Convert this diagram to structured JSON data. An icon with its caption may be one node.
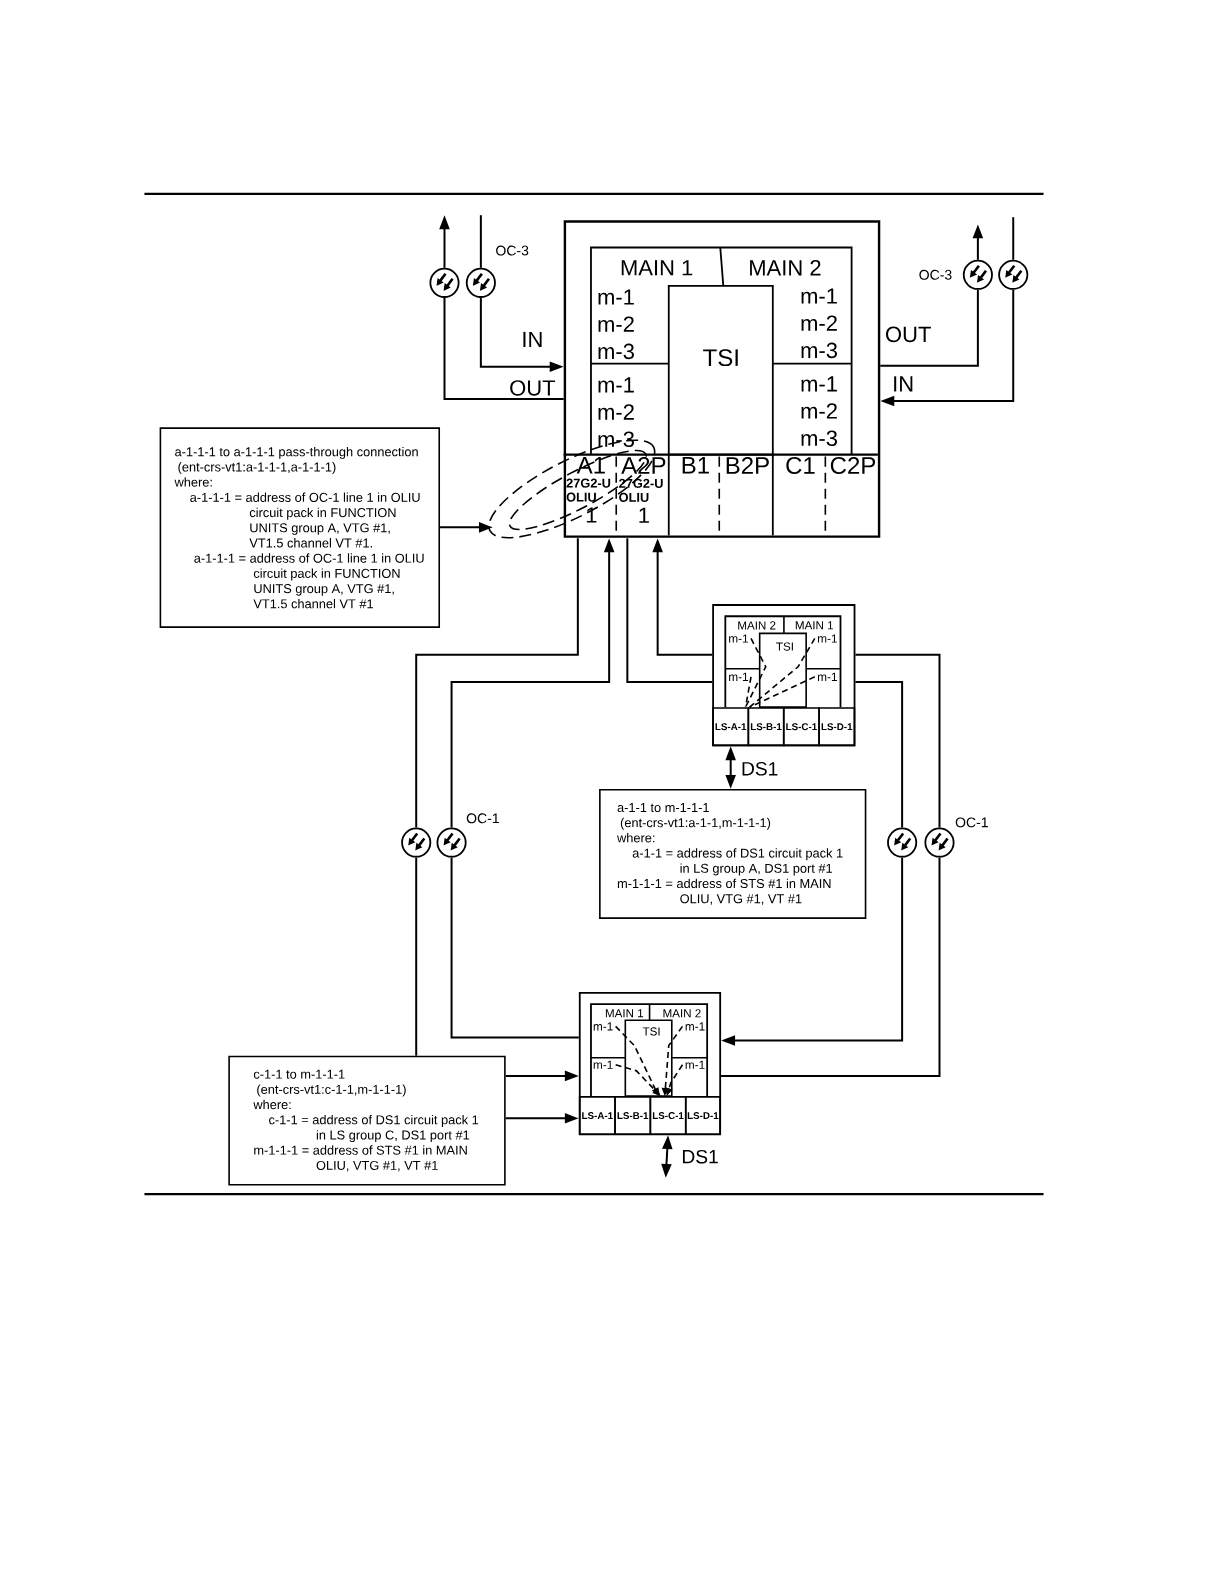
{
  "diagram": {
    "nodes": [
      {
        "text": [],
        "shape": "box"
      },
      {
        "text": [
          "MAIN 1"
        ],
        "in": 0
      },
      {
        "text": [
          "MAIN 2"
        ],
        "in": 0
      },
      {
        "text": [
          "m-1",
          "m-2",
          "m-3"
        ],
        "in": 0
      },
      {
        "text": [
          "m-1",
          "m-2",
          "m-3"
        ],
        "in": 0
      },
      {
        "text": [
          "TSI"
        ],
        "in": 0
      },
      {
        "text": [
          "m-1",
          "m-2",
          "m-3"
        ],
        "in": 0
      },
      {
        "text": [
          "m-1",
          "m-2",
          "m-3"
        ],
        "in": 0
      },
      {
        "text": [
          "A1",
          "27G2-U OLIU",
          "1"
        ],
        "in": 0
      },
      {
        "text": [
          "A2P",
          "27G2-U OLIU",
          "1"
        ],
        "in": 0
      },
      {
        "text": [
          "B1"
        ],
        "in": 0
      },
      {
        "text": [
          "B2P"
        ],
        "in": 0
      },
      {
        "text": [
          "C1"
        ],
        "in": 0
      },
      {
        "text": [
          "C2P"
        ],
        "in": 0
      },
      {
        "text": [],
        "shape": "circle"
      },
      {
        "text": [],
        "shape": "circle"
      },
      {
        "text": [],
        "shape": "circle"
      },
      {
        "text": [],
        "shape": "circle"
      },
      {
        "text": [
          "a-1-1-1 to a-1-1-1 pass-through connection",
          "(ent-crs-vt1:a-1-1-1,a-1-1-1)",
          "where:",
          "a-1-1-1 = address of OC-1 line 1 in OLIU circuit pack in FUNCTION UNITS group A, VTG #1, VT1.5 channel VT #1.",
          "a-1-1-1 = address of OC-1 line 1 in OLIU circuit pack in FUNCTION UNITS group A, VTG #1, VT1.5 channel VT #1"
        ]
      },
      {
        "text": [],
        "shape": "box"
      },
      {
        "text": [
          "MAIN 2"
        ],
        "in": 19
      },
      {
        "text": [
          "MAIN 1"
        ],
        "in": 19
      },
      {
        "text": [
          "m-1"
        ],
        "in": 19
      },
      {
        "text": [
          "m-1"
        ],
        "in": 19
      },
      {
        "text": [
          "TSI"
        ],
        "in": 19
      },
      {
        "text": [
          "m-1"
        ],
        "in": 19
      },
      {
        "text": [
          "m-1"
        ],
        "in": 19
      },
      {
        "text": [
          "LS-A-1"
        ],
        "in": 19
      },
      {
        "text": [
          "LS-B-1"
        ],
        "in": 19
      },
      {
        "text": [
          "LS-C-1"
        ],
        "in": 19
      },
      {
        "text": [
          "LS-D-1"
        ],
        "in": 19
      },
      {
        "text": [
          "a-1-1 to m-1-1-1",
          "(ent-crs-vt1:a-1-1,m-1-1-1)",
          "where:",
          "a-1-1 = address of DS1 circuit pack 1 in LS group A, DS1 port #1",
          "m-1-1-1 = address of STS #1 in MAIN OLIU, VTG #1, VT #1"
        ]
      },
      {
        "text": [],
        "shape": "circle"
      },
      {
        "text": [],
        "shape": "circle"
      },
      {
        "text": [],
        "shape": "circle"
      },
      {
        "text": [],
        "shape": "circle"
      },
      {
        "text": [],
        "shape": "box"
      },
      {
        "text": [
          "MAIN 1"
        ],
        "in": 36
      },
      {
        "text": [
          "MAIN 2"
        ],
        "in": 36
      },
      {
        "text": [
          "m-1"
        ],
        "in": 36
      },
      {
        "text": [
          "m-1"
        ],
        "in": 36
      },
      {
        "text": [
          "TSI"
        ],
        "in": 36
      },
      {
        "text": [
          "m-1"
        ],
        "in": 36
      },
      {
        "text": [
          "m-1"
        ],
        "in": 36
      },
      {
        "text": [
          "LS-A-1"
        ],
        "in": 36
      },
      {
        "text": [
          "LS-B-1"
        ],
        "in": 36
      },
      {
        "text": [
          "LS-C-1"
        ],
        "in": 36
      },
      {
        "text": [
          "LS-D-1"
        ],
        "in": 36
      },
      {
        "text": [
          "c-1-1 to m-1-1-1",
          "(ent-crs-vt1:c-1-1,m-1-1-1)",
          "where:",
          "c-1-1 = address of DS1 circuit pack 1 in LS group C, DS1 port #1",
          "m-1-1-1 = address of STS #1 in MAIN OLIU, VTG #1, VT #1"
        ]
      }
    ],
    "edges": [
      {
        "from": 0,
        "to": 14,
        "arrow": "none",
        "label": "OUT"
      },
      {
        "from": 14,
        "to": null,
        "arrow": "to"
      },
      {
        "from": null,
        "to": 15,
        "arrow": "none"
      },
      {
        "from": 15,
        "to": 0,
        "arrow": "to",
        "label": "IN"
      },
      {
        "from": 0,
        "to": 16,
        "arrow": "none",
        "label": "OUT"
      },
      {
        "from": 16,
        "to": null,
        "arrow": "to"
      },
      {
        "from": null,
        "to": 17,
        "arrow": "none"
      },
      {
        "from": 17,
        "to": 0,
        "arrow": "to",
        "label": "IN"
      },
      {
        "from": 18,
        "to": null,
        "arrow": "to"
      },
      {
        "from": 8,
        "to": 32,
        "arrow": "none"
      },
      {
        "from": 33,
        "to": 8,
        "arrow": "to"
      },
      {
        "from": 9,
        "to": 19,
        "arrow": "none"
      },
      {
        "from": 19,
        "to": 9,
        "arrow": "to"
      },
      {
        "from": 19,
        "to": 35,
        "arrow": "none"
      },
      {
        "from": 35,
        "to": 36,
        "arrow": "none"
      },
      {
        "from": 19,
        "to": 34,
        "arrow": "none"
      },
      {
        "from": 34,
        "to": 36,
        "arrow": "to"
      },
      {
        "from": 32,
        "to": 48,
        "arrow": "none"
      },
      {
        "from": 48,
        "to": 36,
        "arrow": "to"
      },
      {
        "from": 48,
        "to": 44,
        "arrow": "to"
      },
      {
        "from": 33,
        "to": 36,
        "arrow": "none"
      },
      {
        "from": 27,
        "to": 31,
        "arrow": "both",
        "label": "DS1"
      },
      {
        "from": 46,
        "to": null,
        "arrow": "both",
        "label": "DS1"
      },
      {
        "from": 22,
        "to": 27,
        "arrow": "none",
        "style": "dashed"
      },
      {
        "from": 23,
        "to": 27,
        "arrow": "none",
        "style": "dashed"
      },
      {
        "from": 25,
        "to": 27,
        "arrow": "none",
        "style": "dashed"
      },
      {
        "from": 26,
        "to": 27,
        "arrow": "none",
        "style": "dashed"
      },
      {
        "from": 39,
        "to": 46,
        "arrow": "to",
        "style": "dashed"
      },
      {
        "from": 40,
        "to": 46,
        "arrow": "to",
        "style": "dashed"
      },
      {
        "from": 42,
        "to": 46,
        "arrow": "to",
        "style": "dashed"
      },
      {
        "from": 43,
        "to": 46,
        "arrow": "to",
        "style": "dashed"
      }
    ],
    "labels": [
      "OC-3",
      "OC-3",
      "OC-1",
      "OC-1"
    ]
  }
}
